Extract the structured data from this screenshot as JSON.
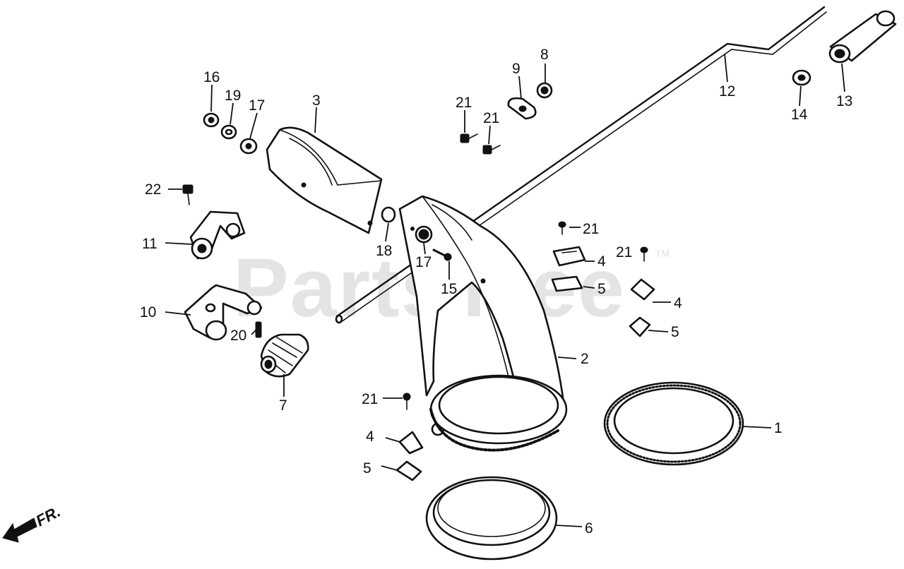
{
  "watermark": {
    "text": "PartsTree",
    "tm": "TM"
  },
  "front_indicator": {
    "label": "FR."
  },
  "callouts": {
    "c1": "1",
    "c2": "2",
    "c3": "3",
    "c4a": "4",
    "c4b": "4",
    "c4c": "4",
    "c5a": "5",
    "c5b": "5",
    "c5c": "5",
    "c6": "6",
    "c7": "7",
    "c8": "8",
    "c9": "9",
    "c10": "10",
    "c11": "11",
    "c12": "12",
    "c13": "13",
    "c14": "14",
    "c15": "15",
    "c16": "16",
    "c17a": "17",
    "c17b": "17",
    "c18": "18",
    "c19": "19",
    "c20": "20",
    "c21a": "21",
    "c21b": "21",
    "c21c": "21",
    "c21d": "21",
    "c21e": "21",
    "c22": "22"
  }
}
